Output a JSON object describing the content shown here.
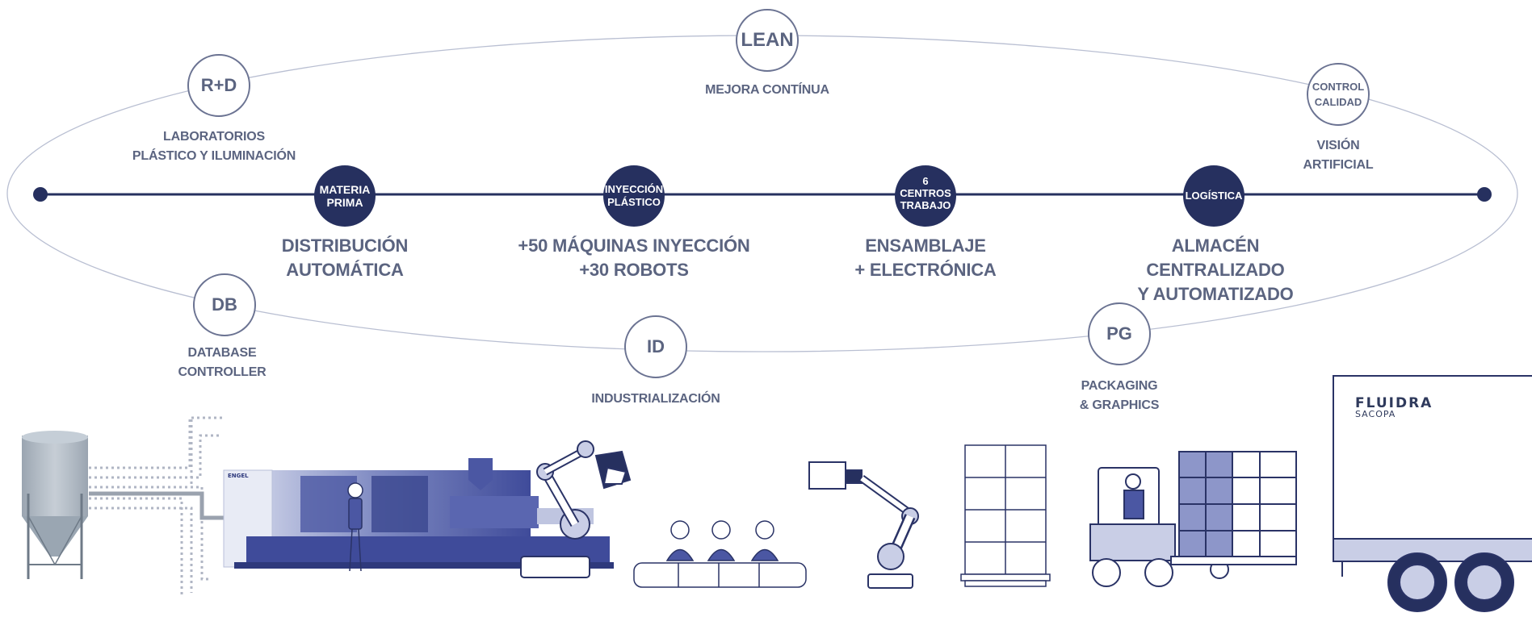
{
  "colors": {
    "navy": "#26305f",
    "ring": "#b9bfd2",
    "circle_outline": "#6b7392",
    "label": "#5b6480",
    "machine_blue": "#4b57a3",
    "machine_light": "#c9cee6"
  },
  "outer_nodes": {
    "lean": {
      "abbr": "LEAN",
      "label": "MEJORA CONTÍNUA"
    },
    "rd": {
      "abbr": "R+D",
      "label_line1": "LABORATORIOS",
      "label_line2": "PLÁSTICO Y ILUMINACIÓN"
    },
    "control": {
      "abbr_line1": "CONTROL",
      "abbr_line2": "CALIDAD",
      "label_line1": "VISIÓN",
      "label_line2": "ARTIFICIAL"
    },
    "db": {
      "abbr": "DB",
      "label_line1": "DATABASE",
      "label_line2": "CONTROLLER"
    },
    "id": {
      "abbr": "ID",
      "label": "INDUSTRIALIZACIÓN"
    },
    "pg": {
      "abbr": "PG",
      "label_line1": "PACKAGING",
      "label_line2": "& GRAPHICS"
    }
  },
  "process_nodes": {
    "materia": {
      "line1": "MATERIA",
      "line2": "PRIMA",
      "desc_line1": "DISTRIBUCIÓN",
      "desc_line2": "AUTOMÁTICA"
    },
    "inyeccion": {
      "line1": "INYECCIÓN",
      "line2": "PLÁSTICO",
      "desc_line1": "+50 MÁQUINAS INYECCIÓN",
      "desc_line2": "+30 ROBOTS"
    },
    "centros": {
      "line1": "6",
      "line2": "CENTROS",
      "line3": "TRABAJO",
      "desc_line1": "ENSAMBLAJE",
      "desc_line2": "+ ELECTRÓNICA"
    },
    "logistica": {
      "line1": "LOGÍSTICA",
      "desc_line1": "ALMACÉN CENTRALIZADO",
      "desc_line2": "Y AUTOMATIZADO"
    }
  },
  "truck": {
    "brand": "FLUIDRA",
    "sub": "SACOPA"
  },
  "machine": {
    "brand": "ENGEL"
  },
  "icons": [
    "silo-icon",
    "injection-machine-icon",
    "worker-icon",
    "robot-arm-icon",
    "assembly-workers-icon",
    "palletizer-robot-icon",
    "box-stack-icon",
    "forklift-icon",
    "truck-icon"
  ]
}
